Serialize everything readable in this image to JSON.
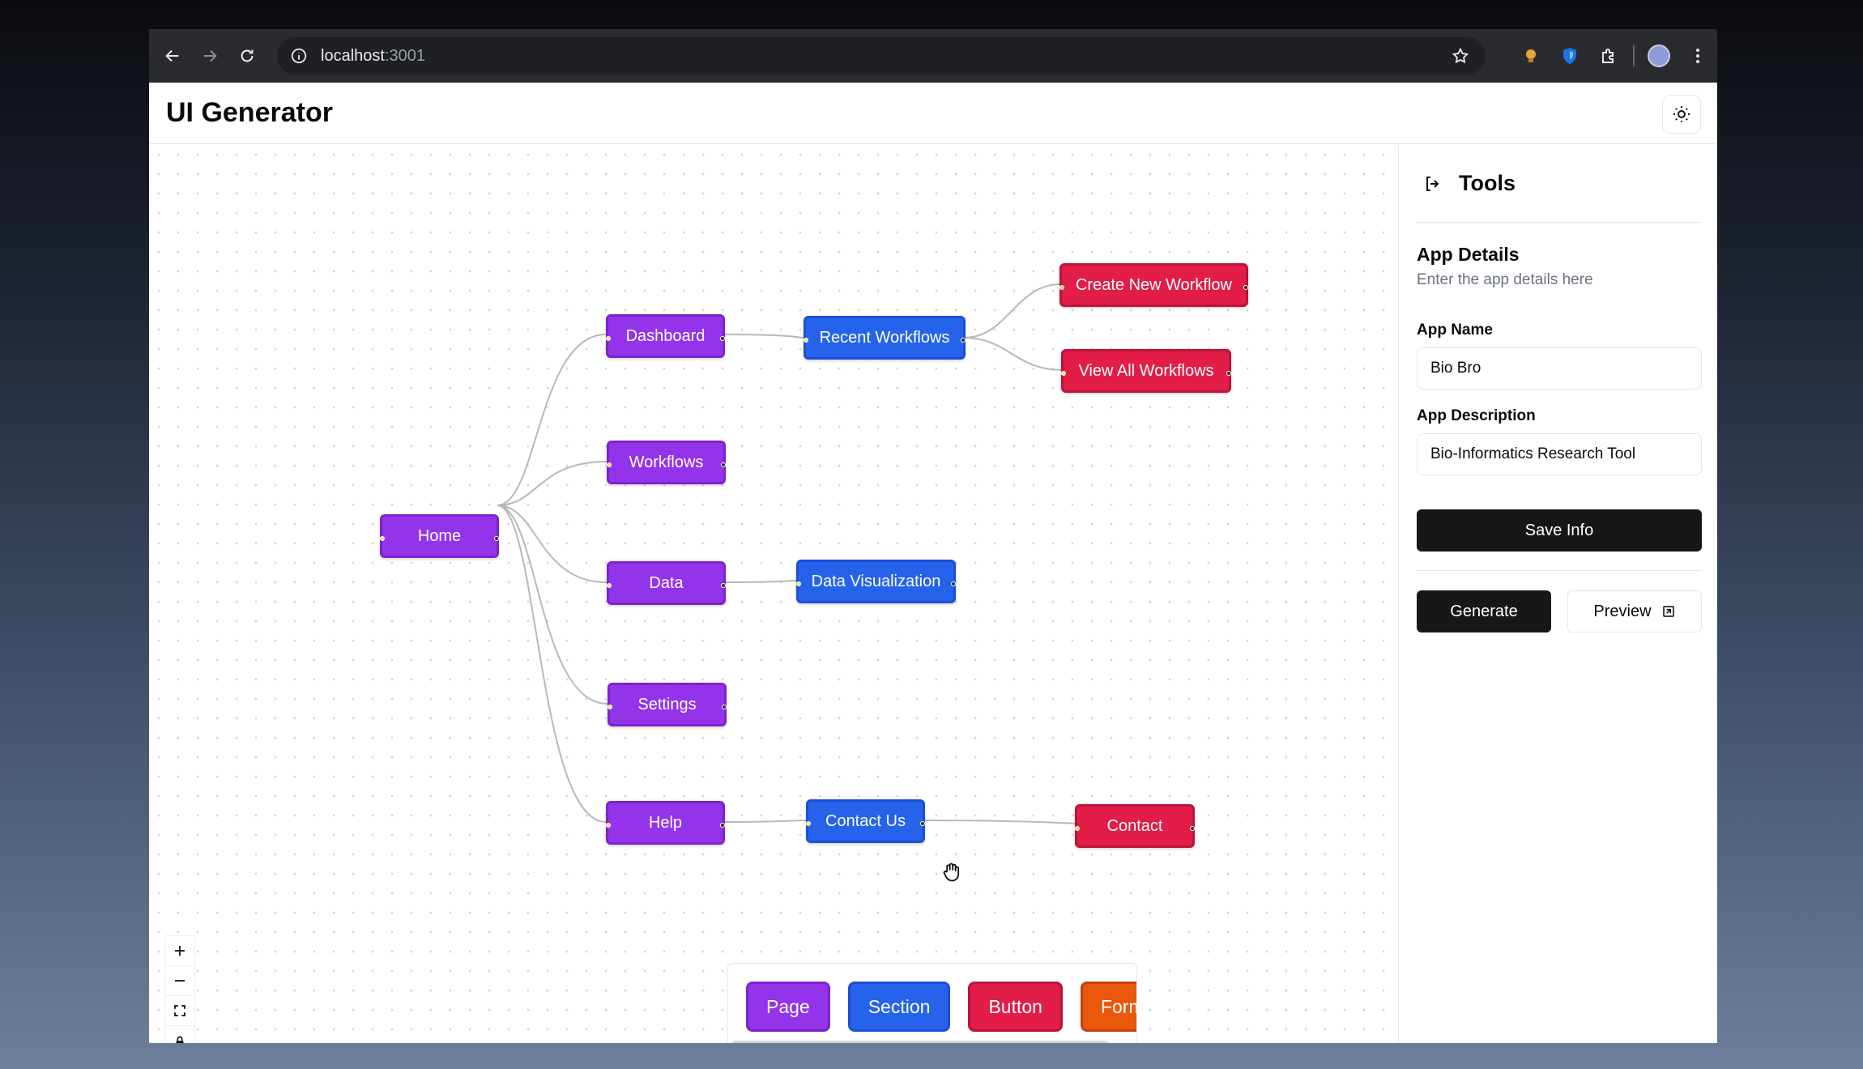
{
  "browser": {
    "url_host": "localhost",
    "url_port": ":3001"
  },
  "app": {
    "title": "UI Generator",
    "theme_icon": "sun-icon"
  },
  "flow": {
    "nodes": {
      "home": "Home",
      "dashboard": "Dashboard",
      "workflows": "Workflows",
      "data": "Data",
      "settings": "Settings",
      "help": "Help",
      "recent_workflows": "Recent Workflows",
      "data_visualization": "Data Visualization",
      "contact_us": "Contact Us",
      "create_new_workflow": "Create New Workflow",
      "view_all_workflows": "View All Workflows",
      "contact": "Contact"
    },
    "node_colors": {
      "page": "#9333ea",
      "section": "#2563eb",
      "button": "#e11d48"
    }
  },
  "palette": {
    "items": [
      "Page",
      "Section",
      "Button",
      "Form"
    ],
    "form_color": "#ea580c"
  },
  "tools": {
    "title": "Tools",
    "section_title": "App Details",
    "section_subtitle": "Enter the app details here",
    "app_name_label": "App Name",
    "app_name_value": "Bio Bro",
    "app_desc_label": "App Description",
    "app_desc_value": "Bio-Informatics Research Tool",
    "save_label": "Save Info",
    "generate_label": "Generate",
    "preview_label": "Preview"
  }
}
